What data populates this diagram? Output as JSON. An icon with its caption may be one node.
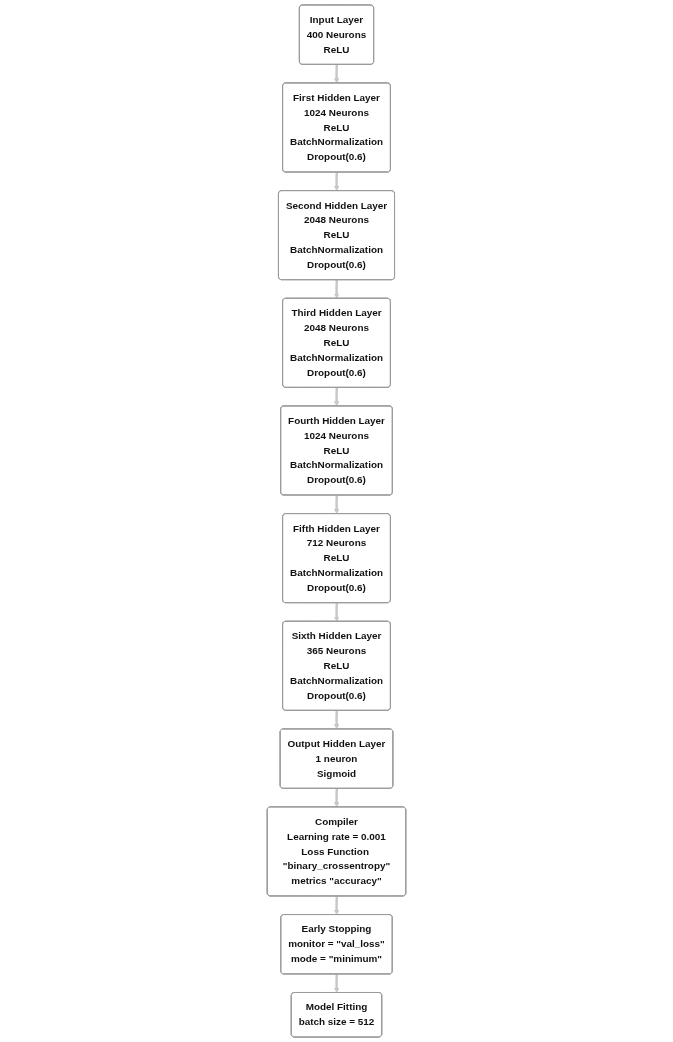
{
  "diagram": {
    "nodes": [
      {
        "text": [
          "Input Layer",
          "400 Neurons",
          "ReLU"
        ]
      },
      {
        "text": [
          "First Hidden Layer",
          "1024 Neurons",
          "ReLU",
          "BatchNormalization",
          "Dropout(0.6)"
        ]
      },
      {
        "text": [
          "Second Hidden Layer",
          "2048 Neurons",
          "ReLU",
          "BatchNormalization",
          "Dropout(0.6)"
        ]
      },
      {
        "text": [
          "Third Hidden Layer",
          "2048 Neurons",
          "ReLU",
          "BatchNormalization",
          "Dropout(0.6)"
        ]
      },
      {
        "text": [
          "Fourth Hidden Layer",
          "1024 Neurons",
          "ReLU",
          "BatchNormalization",
          "Dropout(0.6)"
        ]
      },
      {
        "text": [
          "Fifth Hidden Layer",
          "712 Neurons",
          "ReLU",
          "BatchNormalization",
          "Dropout(0.6)"
        ]
      },
      {
        "text": [
          "Sixth Hidden Layer",
          "365 Neurons",
          "ReLU",
          "BatchNormalization",
          "Dropout(0.6)"
        ]
      },
      {
        "text": [
          "Output Hidden Layer",
          "1 neuron",
          "Sigmoid"
        ]
      },
      {
        "text": [
          "Compiler",
          "Learning rate = 0.001",
          "Loss Function \"binary_crossentropy\"",
          "metrics \"accuracy\""
        ]
      },
      {
        "text": [
          "Early Stopping",
          "monitor = \"val_loss\"",
          "mode = \"minimum\""
        ]
      },
      {
        "text": [
          "Model Fitting",
          "batch size = 512"
        ]
      }
    ],
    "edges": [
      {
        "from": 0,
        "to": 1,
        "arrow": "to"
      },
      {
        "from": 1,
        "to": 2,
        "arrow": "to"
      },
      {
        "from": 2,
        "to": 3,
        "arrow": "to"
      },
      {
        "from": 3,
        "to": 4,
        "arrow": "to"
      },
      {
        "from": 4,
        "to": 5,
        "arrow": "to"
      },
      {
        "from": 5,
        "to": 6,
        "arrow": "to"
      },
      {
        "from": 6,
        "to": 7,
        "arrow": "to"
      },
      {
        "from": 7,
        "to": 8,
        "arrow": "to"
      },
      {
        "from": 8,
        "to": 9,
        "arrow": "to"
      },
      {
        "from": 9,
        "to": 10,
        "arrow": "to"
      }
    ]
  }
}
